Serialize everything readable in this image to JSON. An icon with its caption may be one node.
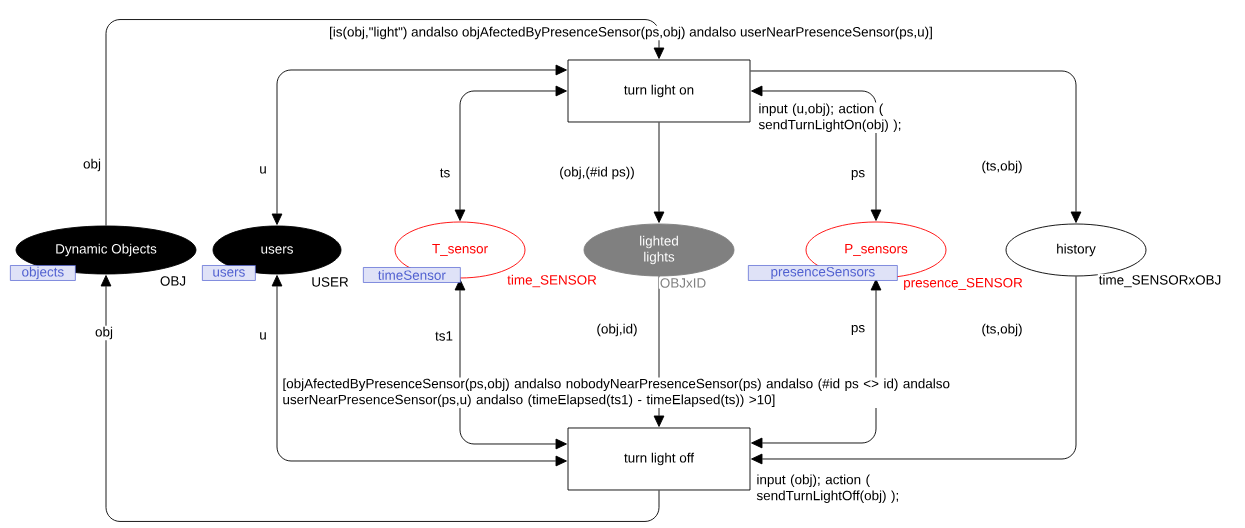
{
  "diagram": {
    "nodes": [
      {
        "text": [
          "Dynamic Objects"
        ],
        "beside": [
          "objects",
          "OBJ"
        ]
      },
      {
        "text": [
          "users"
        ],
        "beside": [
          "users",
          "USER"
        ]
      },
      {
        "text": [
          "T_sensor"
        ],
        "beside": [
          "timeSensor",
          "time_SENSOR"
        ]
      },
      {
        "text": [
          "lighted lights"
        ],
        "beside": [
          "OBJxID"
        ]
      },
      {
        "text": [
          "P_sensors"
        ],
        "beside": [
          "presenceSensors",
          "presence_SENSOR"
        ]
      },
      {
        "text": [
          "history"
        ],
        "beside": [
          "time_SENSORxOBJ"
        ]
      },
      {
        "text": [
          "turn light on"
        ],
        "beside": [
          "[is(obj,\"light\") andalso objAfectedByPresenceSensor(ps,obj) andalso userNearPresenceSensor(ps,u)]",
          "input (u,obj); action ( sendTurnLightOn(obj) );"
        ]
      },
      {
        "text": [
          "turn light off"
        ],
        "beside": [
          "[objAfectedByPresenceSensor(ps,obj) andalso nobodyNearPresenceSensor(ps) andalso (#id ps <> id) andalso userNearPresenceSensor(ps,u) andalso (timeElapsed(ts1) - timeElapsed(ts)) >10]",
          "input (obj); action ( sendTurnLightOff(obj) );"
        ]
      }
    ],
    "edges": [
      {
        "from": 0,
        "to": 6,
        "arrow": "to",
        "label": "obj"
      },
      {
        "from": 6,
        "to": 1,
        "arrow": "both",
        "label": "u"
      },
      {
        "from": 6,
        "to": 2,
        "arrow": "both",
        "label": "ts"
      },
      {
        "from": 6,
        "to": 3,
        "arrow": "to",
        "label": "(obj,(#id ps))"
      },
      {
        "from": 6,
        "to": 4,
        "arrow": "both",
        "label": "ps"
      },
      {
        "from": 6,
        "to": 5,
        "arrow": "to",
        "label": "(ts,obj)"
      },
      {
        "from": 7,
        "to": 0,
        "arrow": "to",
        "label": "obj"
      },
      {
        "from": 1,
        "to": 7,
        "arrow": "both",
        "label": "u"
      },
      {
        "from": 2,
        "to": 7,
        "arrow": "both",
        "label": "ts1"
      },
      {
        "from": 3,
        "to": 7,
        "arrow": "to",
        "label": "(obj,id)"
      },
      {
        "from": 4,
        "to": 7,
        "arrow": "both",
        "label": "ps"
      },
      {
        "from": 5,
        "to": 7,
        "arrow": "to",
        "label": "(ts,obj)"
      }
    ]
  }
}
